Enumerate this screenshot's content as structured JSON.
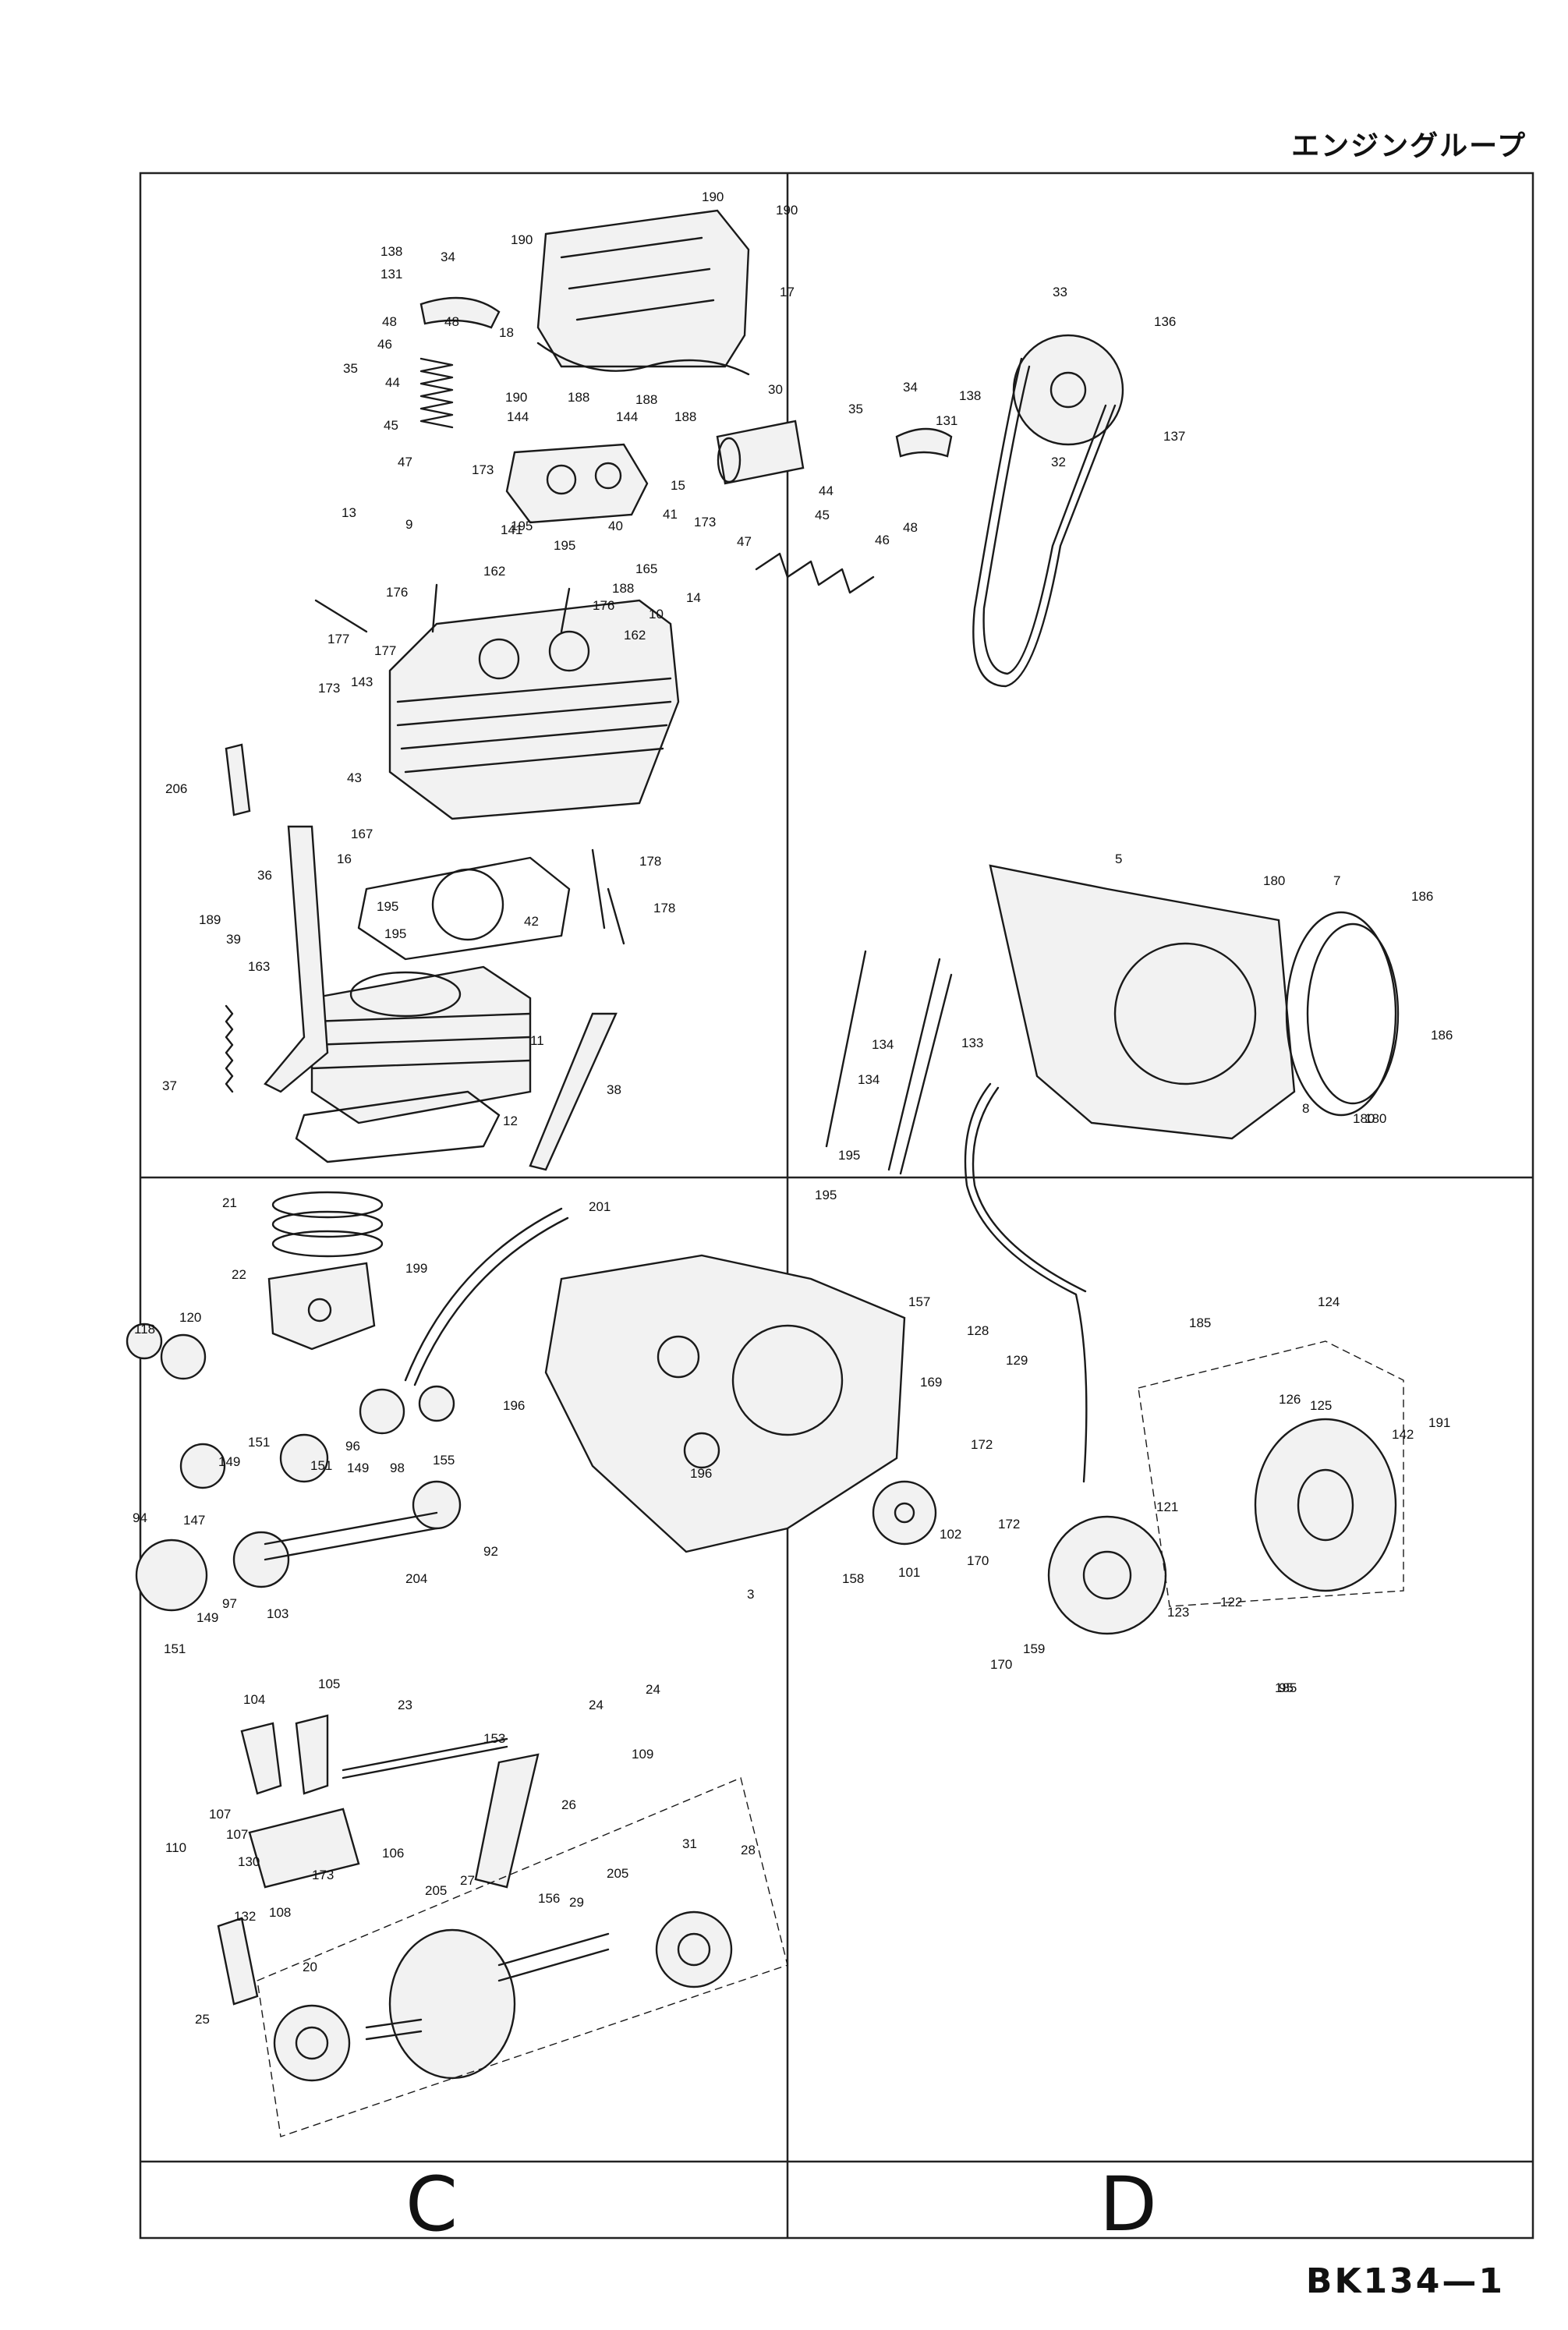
{
  "header": {
    "title": "エンジングループ"
  },
  "footer": {
    "code": "BK134—1"
  },
  "sections": {
    "bottom_left": "C",
    "bottom_right": "D"
  },
  "callouts": [
    "190",
    "190",
    "190",
    "17",
    "18",
    "138",
    "131",
    "34",
    "48",
    "48",
    "46",
    "44",
    "45",
    "47",
    "35",
    "190",
    "188",
    "188",
    "144",
    "144",
    "188",
    "15",
    "30",
    "173",
    "141",
    "195",
    "195",
    "40",
    "41",
    "165",
    "173",
    "188",
    "13",
    "9",
    "162",
    "176",
    "176",
    "177",
    "177",
    "10",
    "14",
    "162",
    "173",
    "143",
    "35",
    "34",
    "138",
    "131",
    "48",
    "46",
    "44",
    "45",
    "47",
    "33",
    "136",
    "137",
    "32",
    "206",
    "43",
    "167",
    "16",
    "178",
    "178",
    "36",
    "195",
    "195",
    "42",
    "189",
    "39",
    "163",
    "11",
    "37",
    "12",
    "38",
    "5",
    "180",
    "7",
    "180",
    "186",
    "186",
    "8",
    "180",
    "134",
    "133",
    "134",
    "195",
    "195",
    "21",
    "201",
    "22",
    "199",
    "118",
    "120",
    "157",
    "128",
    "169",
    "129",
    "185",
    "124",
    "126",
    "125",
    "191",
    "142",
    "196",
    "196",
    "155",
    "98",
    "149",
    "151",
    "96",
    "151",
    "149",
    "94",
    "147",
    "204",
    "92",
    "3",
    "172",
    "102",
    "172",
    "101",
    "158",
    "121",
    "123",
    "122",
    "170",
    "159",
    "170",
    "185",
    "95",
    "151",
    "149",
    "97",
    "103",
    "104",
    "105",
    "23",
    "24",
    "24",
    "153",
    "109",
    "107",
    "107",
    "130",
    "106",
    "173",
    "110",
    "108",
    "132",
    "25",
    "26",
    "156",
    "29",
    "205",
    "31",
    "28",
    "27",
    "205",
    "20"
  ]
}
